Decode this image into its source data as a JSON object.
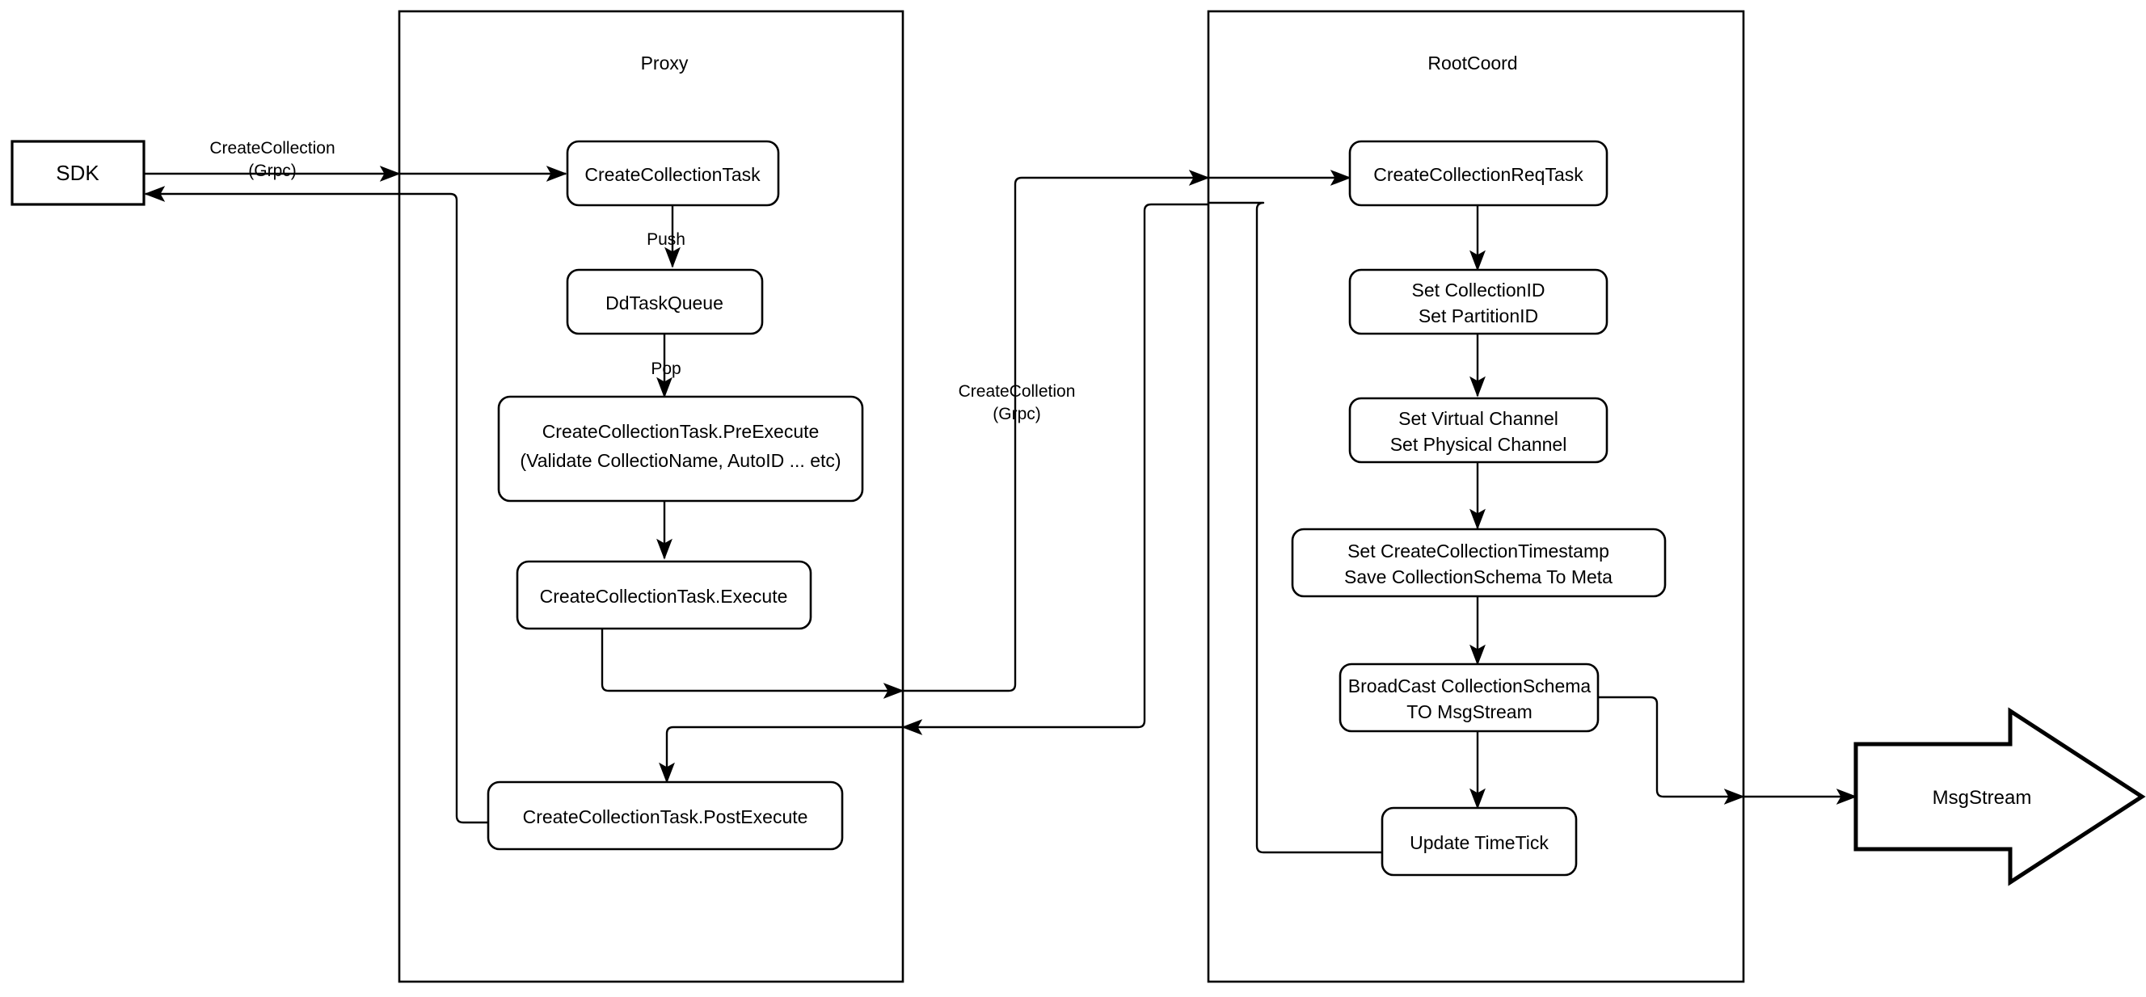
{
  "diagram": {
    "title": "Milvus CreateCollection Sequence Flow",
    "type": "flowchart",
    "background_color": "#ffffff",
    "stroke_color": "#000000",
    "containers": [
      {
        "id": "proxy",
        "label": "Proxy"
      },
      {
        "id": "rootcoord",
        "label": "RootCoord"
      }
    ],
    "external_nodes": [
      {
        "id": "sdk",
        "label": "SDK",
        "shape": "rect"
      },
      {
        "id": "msgstream",
        "label": "MsgStream",
        "shape": "block-arrow"
      }
    ],
    "proxy_nodes": [
      {
        "id": "create-collection-task",
        "label": "CreateCollectionTask",
        "shape": "rounded-rect"
      },
      {
        "id": "dd-task-queue",
        "label": "DdTaskQueue",
        "shape": "rounded-rect"
      },
      {
        "id": "pre-execute",
        "line1": "CreateCollectionTask.PreExecute",
        "line2": "(Validate CollectioName, AutoID ... etc)",
        "shape": "rounded-rect"
      },
      {
        "id": "execute",
        "label": "CreateCollectionTask.Execute",
        "shape": "rounded-rect"
      },
      {
        "id": "post-execute",
        "label": "CreateCollectionTask.PostExecute",
        "shape": "rounded-rect"
      }
    ],
    "rootcoord_nodes": [
      {
        "id": "create-collection-req-task",
        "label": "CreateCollectionReqTask",
        "shape": "rounded-rect"
      },
      {
        "id": "set-ids",
        "line1": "Set CollectionID",
        "line2": "Set PartitionID",
        "shape": "rounded-rect"
      },
      {
        "id": "set-channels",
        "line1": "Set Virtual Channel",
        "line2": "Set Physical Channel",
        "shape": "rounded-rect"
      },
      {
        "id": "save-meta",
        "line1": "Set CreateCollectionTimestamp",
        "line2": "Save CollectionSchema To Meta",
        "shape": "rounded-rect"
      },
      {
        "id": "broadcast",
        "line1": "BroadCast CollectionSchema",
        "line2": "TO MsgStream",
        "shape": "rounded-rect"
      },
      {
        "id": "update-timetick",
        "label": "Update TimeTick",
        "shape": "rounded-rect"
      }
    ],
    "edge_labels": [
      {
        "id": "sdk-to-proxy",
        "line1": "CreateCollection",
        "line2": "(Grpc)"
      },
      {
        "id": "push",
        "line1": "Push",
        "line2": ""
      },
      {
        "id": "pop",
        "line1": "Pop",
        "line2": ""
      },
      {
        "id": "proxy-to-rootcoord",
        "line1": "CreateColletion",
        "line2": "(Grpc)"
      }
    ]
  }
}
